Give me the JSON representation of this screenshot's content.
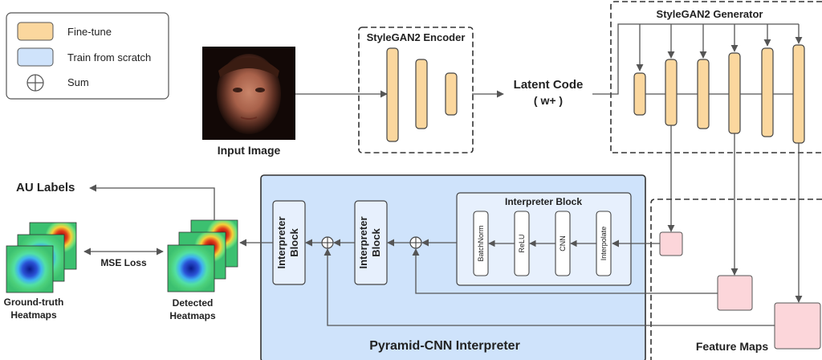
{
  "legend": {
    "items": [
      {
        "label": "Fine-tune",
        "color": "#fbd79e"
      },
      {
        "label": "Train from scratch",
        "color": "#cfe3fb"
      },
      {
        "label": "Sum"
      }
    ]
  },
  "input": {
    "label": "Input Image"
  },
  "encoder": {
    "title": "StyleGAN2 Encoder"
  },
  "latent": {
    "line1": "Latent Code",
    "line2": "( w+ )"
  },
  "generator": {
    "title": "StyleGAN2 Generator"
  },
  "au": {
    "label": "AU Labels"
  },
  "heatmaps": {
    "gt_line1": "Ground-truth",
    "gt_line2": "Heatmaps",
    "det_line1": "Detected",
    "det_line2": "Heatmaps",
    "loss": "MSE Loss"
  },
  "interpreter": {
    "title": "Pyramid-CNN Interpreter",
    "block_line1": "Interpreter",
    "block_line2": "Block",
    "detail_title": "Interpreter Block",
    "layers": [
      "BatchNorm",
      "ReLU",
      "CNN",
      "Interpolate"
    ]
  },
  "features": {
    "label": "Feature Maps"
  },
  "colors": {
    "finetune": "#fbd79e",
    "scratch": "#cfe3fb",
    "feature": "#fcd6da",
    "line": "#555555"
  }
}
